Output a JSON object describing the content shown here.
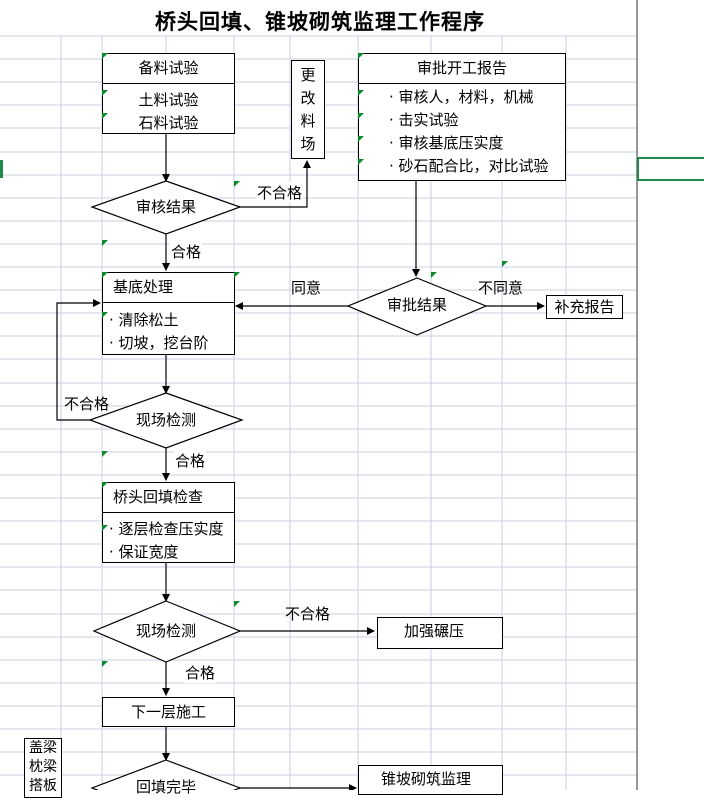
{
  "title": "桥头回填、锥坡砌筑监理工作程序",
  "material_box": {
    "header": "备料试验",
    "items": [
      "土料试验",
      "石料试验"
    ]
  },
  "change_site_box": {
    "chars": [
      "更",
      "改",
      "料",
      "场"
    ]
  },
  "start_report_box": {
    "header": "审批开工报告",
    "items": [
      "· 审核人，材料，机械",
      "· 击实试验",
      "· 审核基底压实度",
      "· 砂石配合比，对比试验"
    ]
  },
  "review_result": "审核结果",
  "approval_result": "审批结果",
  "supplement_report": "补充报告",
  "foundation_box": {
    "header": "基底处理",
    "items": [
      "· 清除松土",
      "· 切坡，挖台阶"
    ]
  },
  "site_test_1": "现场检测",
  "backfill_check_box": {
    "header": "桥头回填检查",
    "items": [
      "· 逐层检查压实度",
      "· 保证宽度"
    ]
  },
  "site_test_2": "现场检测",
  "strengthen_rolling": "加强碾压",
  "next_layer": "下一层施工",
  "backfill_done": "回填完毕",
  "cone_slope_box": "锥坡砌筑监理",
  "side_note": {
    "chars": [
      "盖",
      "梁",
      "枕",
      "梁",
      "搭",
      "板"
    ]
  },
  "labels": {
    "unqualified": "不合格",
    "qualified": "合格",
    "agree": "同意",
    "disagree": "不同意"
  }
}
